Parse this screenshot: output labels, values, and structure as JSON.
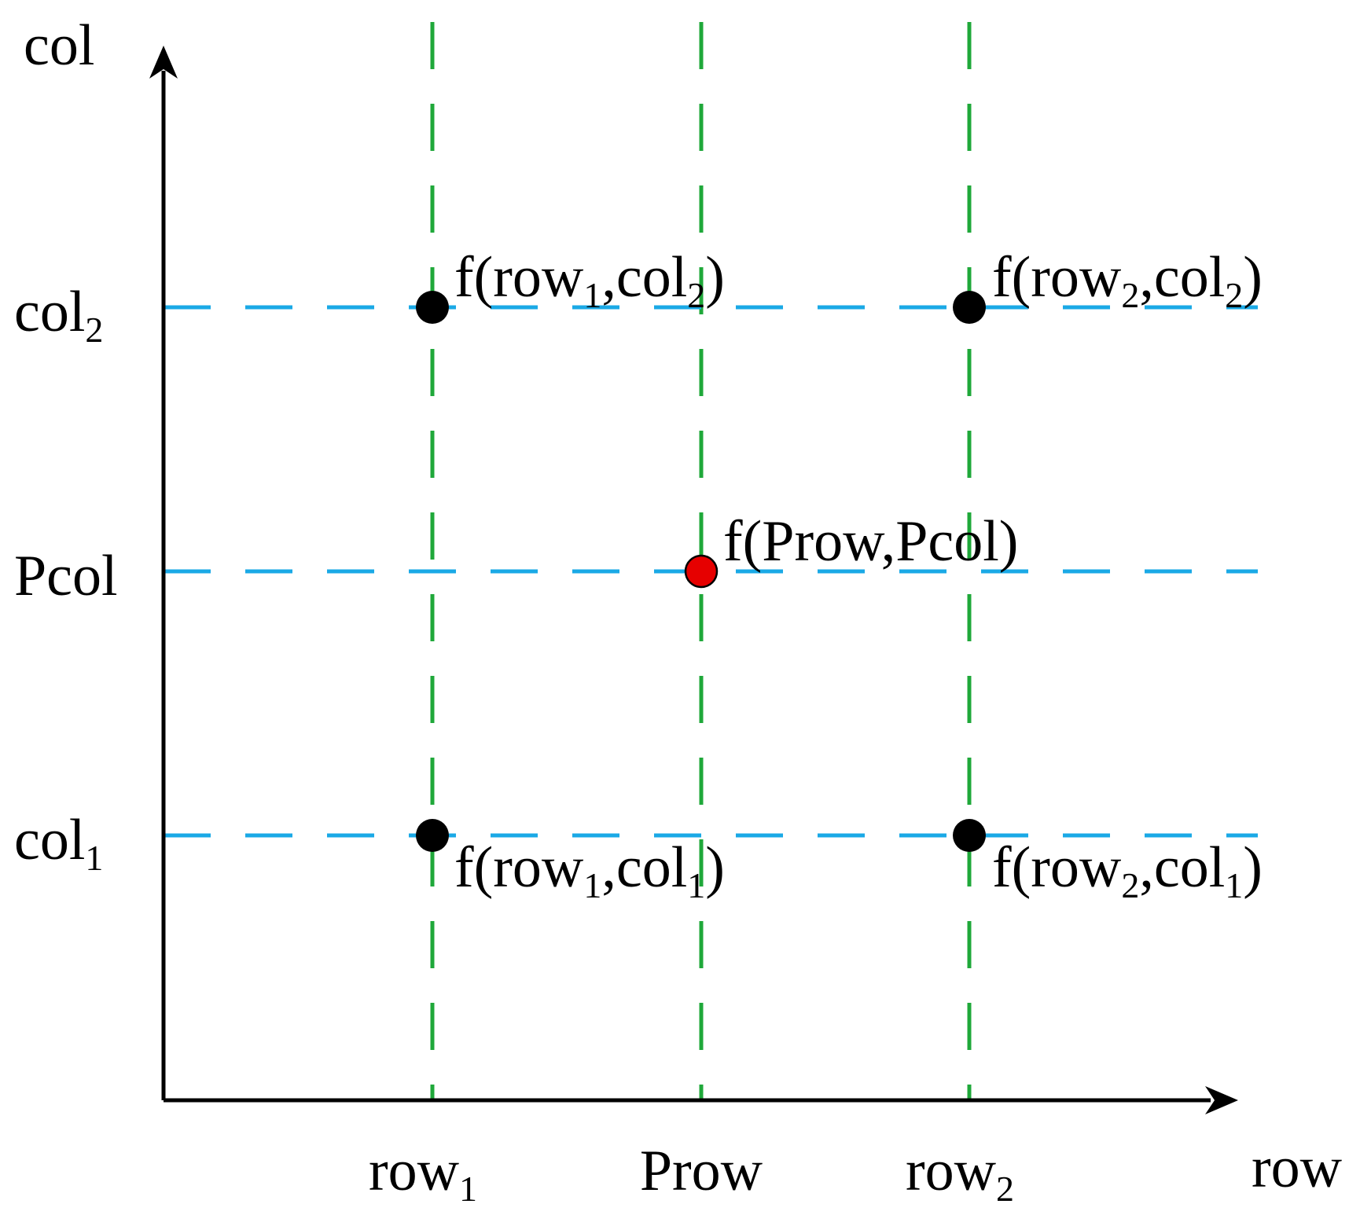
{
  "colors": {
    "vertical_grid": "#1fa83a",
    "horizontal_grid": "#1aa9e6",
    "axis": "#000000",
    "point": "#000000",
    "highlight_point": "#e60000"
  },
  "axes": {
    "y_label": "col",
    "x_label": "row"
  },
  "x_ticks": [
    {
      "base": "row",
      "sub": "1"
    },
    {
      "base": "Prow",
      "sub": ""
    },
    {
      "base": "row",
      "sub": "2"
    }
  ],
  "y_ticks": [
    {
      "base": "col",
      "sub": "2"
    },
    {
      "base": "Pcol",
      "sub": ""
    },
    {
      "base": "col",
      "sub": "1"
    }
  ],
  "points": [
    {
      "label": "f(row₁,col₂)",
      "parts": [
        [
          "f(row",
          ""
        ],
        [
          "1",
          "sub"
        ],
        [
          ",col",
          ""
        ],
        [
          "2",
          "sub"
        ],
        [
          ")",
          ""
        ]
      ]
    },
    {
      "label": "f(row₂,col₂)",
      "parts": [
        [
          "f(row",
          ""
        ],
        [
          "2",
          "sub"
        ],
        [
          ",col",
          ""
        ],
        [
          "2",
          "sub"
        ],
        [
          ")",
          ""
        ]
      ]
    },
    {
      "label": "f(Prow,Pcol)",
      "parts": [
        [
          "f(Prow,Pcol)",
          ""
        ]
      ]
    },
    {
      "label": "f(row₁,col₁)",
      "parts": [
        [
          "f(row",
          ""
        ],
        [
          "1",
          "sub"
        ],
        [
          ",col",
          ""
        ],
        [
          "1",
          "sub"
        ],
        [
          ")",
          ""
        ]
      ]
    },
    {
      "label": "f(row₂,col₁)",
      "parts": [
        [
          "f(row",
          ""
        ],
        [
          "2",
          "sub"
        ],
        [
          ",col",
          ""
        ],
        [
          "1",
          "sub"
        ],
        [
          ")",
          ""
        ]
      ]
    }
  ]
}
